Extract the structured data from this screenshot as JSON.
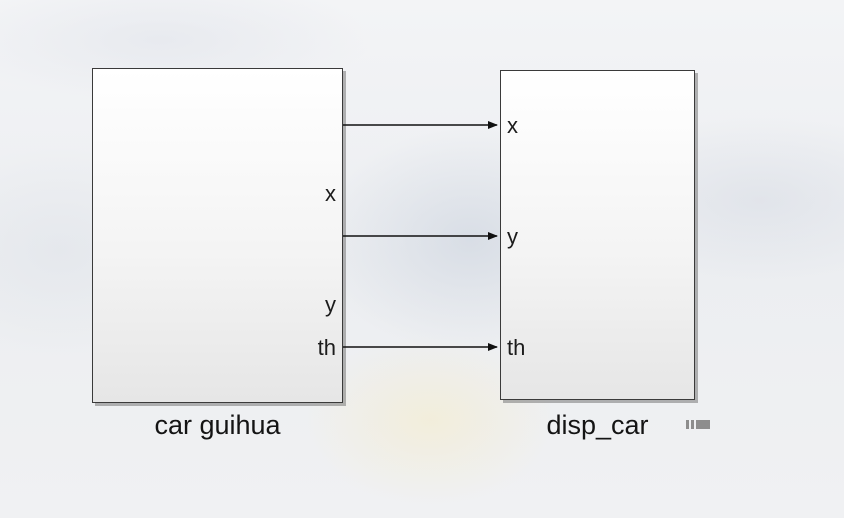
{
  "diagram": {
    "blocks": [
      {
        "id": "car-guihua",
        "label": "car guihua",
        "ports": {
          "out": [
            "x",
            "y",
            "th"
          ]
        }
      },
      {
        "id": "disp-car",
        "label": "disp_car",
        "ports": {
          "in": [
            "x",
            "y",
            "th"
          ]
        }
      }
    ],
    "connections": [
      {
        "from": "car-guihua.x",
        "to": "disp-car.x"
      },
      {
        "from": "car-guihua.y",
        "to": "disp-car.y"
      },
      {
        "from": "car-guihua.th",
        "to": "disp-car.th"
      }
    ],
    "colors": {
      "line": "#111111",
      "block_border": "#3a3a3a",
      "block_fill_top": "#ffffff",
      "block_fill_bottom": "#e6e6e6"
    }
  }
}
